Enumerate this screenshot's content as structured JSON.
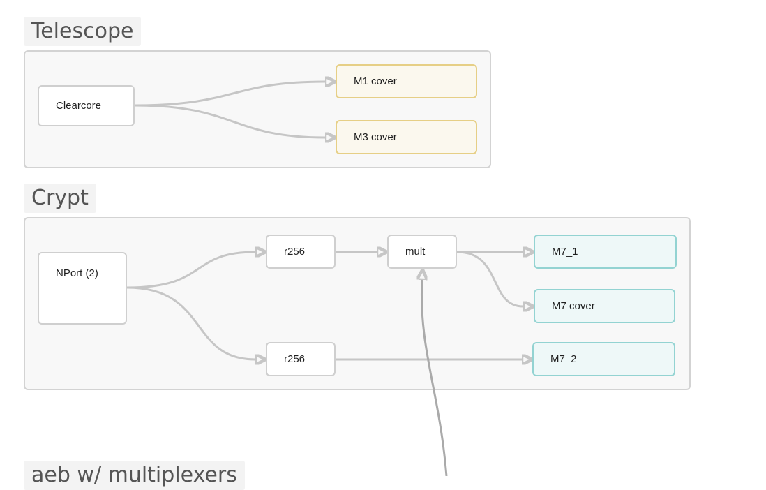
{
  "groups": {
    "telescope": {
      "title": "Telescope"
    },
    "crypt": {
      "title": "Crypt"
    },
    "next": {
      "title": "aeb w/ multiplexers"
    }
  },
  "nodes": {
    "clearcore": "Clearcore",
    "m1_cover": "M1 cover",
    "m3_cover": "M3 cover",
    "nport": "NPort (2)",
    "r256_a": "r256",
    "r256_b": "r256",
    "mult": "mult",
    "m7_1": "M7_1",
    "m7_cover": "M7 cover",
    "m7_2": "M7_2"
  },
  "edges": [
    {
      "from": "Clearcore",
      "to": "M1 cover"
    },
    {
      "from": "Clearcore",
      "to": "M3 cover"
    },
    {
      "from": "NPort (2)",
      "to": "r256"
    },
    {
      "from": "NPort (2)",
      "to": "r256"
    },
    {
      "from": "r256",
      "to": "mult"
    },
    {
      "from": "mult",
      "to": "M7_1"
    },
    {
      "from": "mult",
      "to": "M7 cover"
    },
    {
      "from": "r256",
      "to": "M7_2"
    },
    {
      "from": "aeb w/ multiplexers",
      "to": "mult"
    }
  ],
  "colors": {
    "edge": "#c6c6c6",
    "group_fill": "#f8f8f8",
    "group_border": "#d3d3d3",
    "yellow_fill": "#fbf8ee",
    "yellow_border": "#e6cf86",
    "teal_fill": "#eef8f8",
    "teal_border": "#93d3d2"
  }
}
